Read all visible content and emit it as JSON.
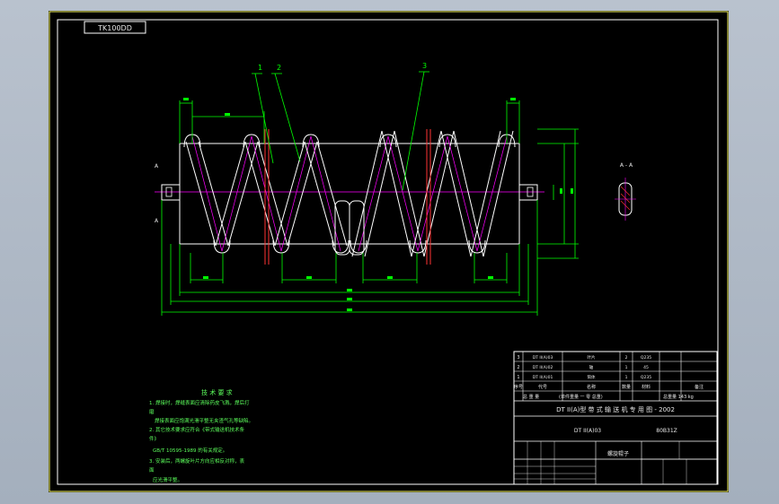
{
  "drawing": {
    "corner_code": "TK100DD",
    "part_labels": [
      "1",
      "2",
      "3"
    ],
    "section_label": "A - A",
    "section_marks": [
      "A",
      "A"
    ],
    "colors": {
      "background": "#000000",
      "outline": "#ffffff",
      "dimension": "#00ff00",
      "centerline": "#ff00ff",
      "hatch": "#ff3333",
      "border": "#ffff66"
    }
  },
  "notes": {
    "heading": "技 术 要 求",
    "lines": [
      "1. 焊接时，焊缝表面应清除药皮飞溅，焊后打",
      "磨",
      "焊接表面应饱满光滑平整无夹渣气孔等缺陷。",
      "2. 其它技术要求应符合《带式输送机技术条",
      "件》",
      "GB/T 10595-1989 的有关规定。",
      "3. 安装后，两螺旋叶片方向应相反对称，表",
      "面",
      "应光滑平整。"
    ]
  },
  "title_block": {
    "parts_rows": [
      {
        "no": "3",
        "code": "DT II(A)03",
        "name": "叶片",
        "qty": "2",
        "material": "Q235",
        "note": ""
      },
      {
        "no": "2",
        "code": "DT II(A)02",
        "name": "轴",
        "qty": "1",
        "material": "45",
        "note": ""
      },
      {
        "no": "1",
        "code": "DT II(A)01",
        "name": "筒体",
        "qty": "1",
        "material": "Q235",
        "note": ""
      }
    ],
    "header": {
      "no": "序号",
      "code": "代号",
      "name": "名称",
      "qty": "数量",
      "material": "材料",
      "note": "备注"
    },
    "info_row": [
      "总 重 量",
      "(单件重量 一 零 总重)",
      "总重量 143 kg"
    ],
    "series_title": "DT II(A)型 带 式 输 送 机 专 用 图 - 2002",
    "drawing_number": "DT II(A)03",
    "part_code": "80B31Z",
    "part_name": "螺旋辊子"
  }
}
